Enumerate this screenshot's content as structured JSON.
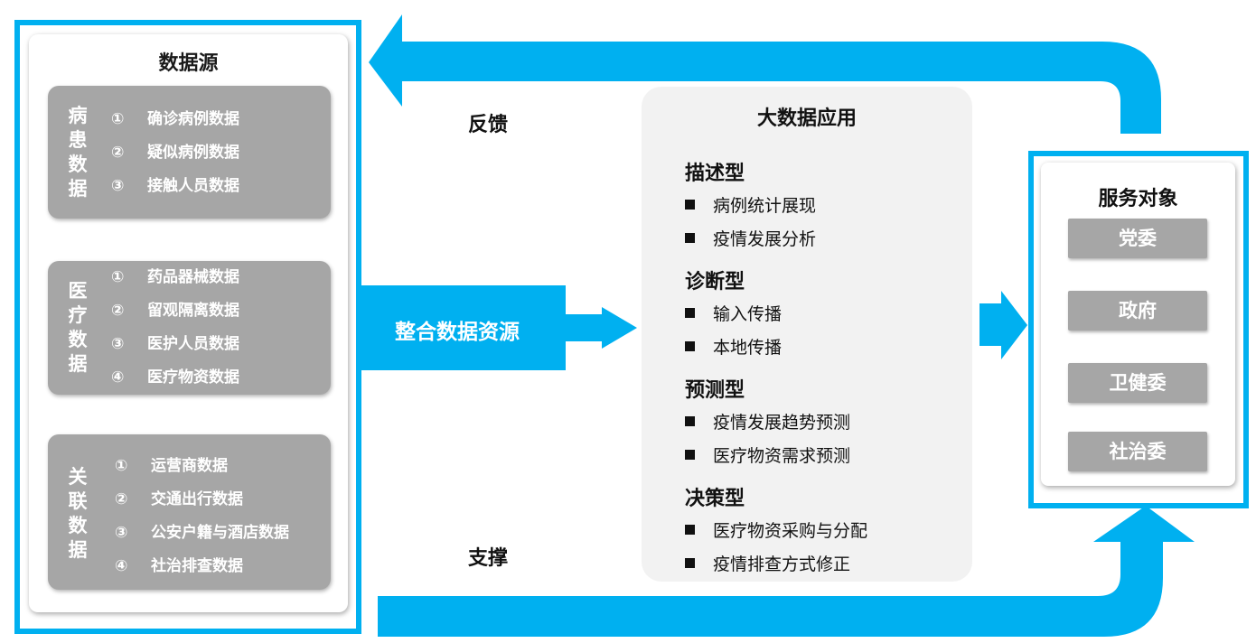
{
  "data_sources": {
    "title": "数据源",
    "groups": [
      {
        "title": "病患数据",
        "items": [
          {
            "num": "①",
            "label": "确诊病例数据"
          },
          {
            "num": "②",
            "label": "疑似病例数据"
          },
          {
            "num": "③",
            "label": "接触人员数据"
          }
        ]
      },
      {
        "title": "医疗数据",
        "items": [
          {
            "num": "①",
            "label": "药品器械数据"
          },
          {
            "num": "②",
            "label": "留观隔离数据"
          },
          {
            "num": "③",
            "label": "医护人员数据"
          },
          {
            "num": "④",
            "label": "医疗物资数据"
          }
        ]
      },
      {
        "title": "关联数据",
        "items": [
          {
            "num": "①",
            "label": "运营商数据"
          },
          {
            "num": "②",
            "label": "交通出行数据"
          },
          {
            "num": "③",
            "label": "公安户籍与酒店数据"
          },
          {
            "num": "④",
            "label": "社治排查数据"
          }
        ]
      }
    ]
  },
  "flow": {
    "feedback": "反馈",
    "support": "支撑",
    "integrate": "整合数据资源"
  },
  "applications": {
    "title": "大数据应用",
    "categories": [
      {
        "title": "描述型",
        "items": [
          "病例统计展现",
          "疫情发展分析"
        ]
      },
      {
        "title": "诊断型",
        "items": [
          "输入传播",
          "本地传播"
        ]
      },
      {
        "title": "预测型",
        "items": [
          "疫情发展趋势预测",
          "医疗物资需求预测"
        ]
      },
      {
        "title": "决策型",
        "items": [
          "医疗物资采购与分配",
          "疫情排查方式修正"
        ]
      }
    ]
  },
  "service_targets": {
    "title": "服务对象",
    "items": [
      "党委",
      "政府",
      "卫健委",
      "社治委"
    ]
  },
  "colors": {
    "accent": "#00b0f0",
    "group_fill": "#a6a6a6",
    "app_box_fill": "#f2f2f2"
  }
}
